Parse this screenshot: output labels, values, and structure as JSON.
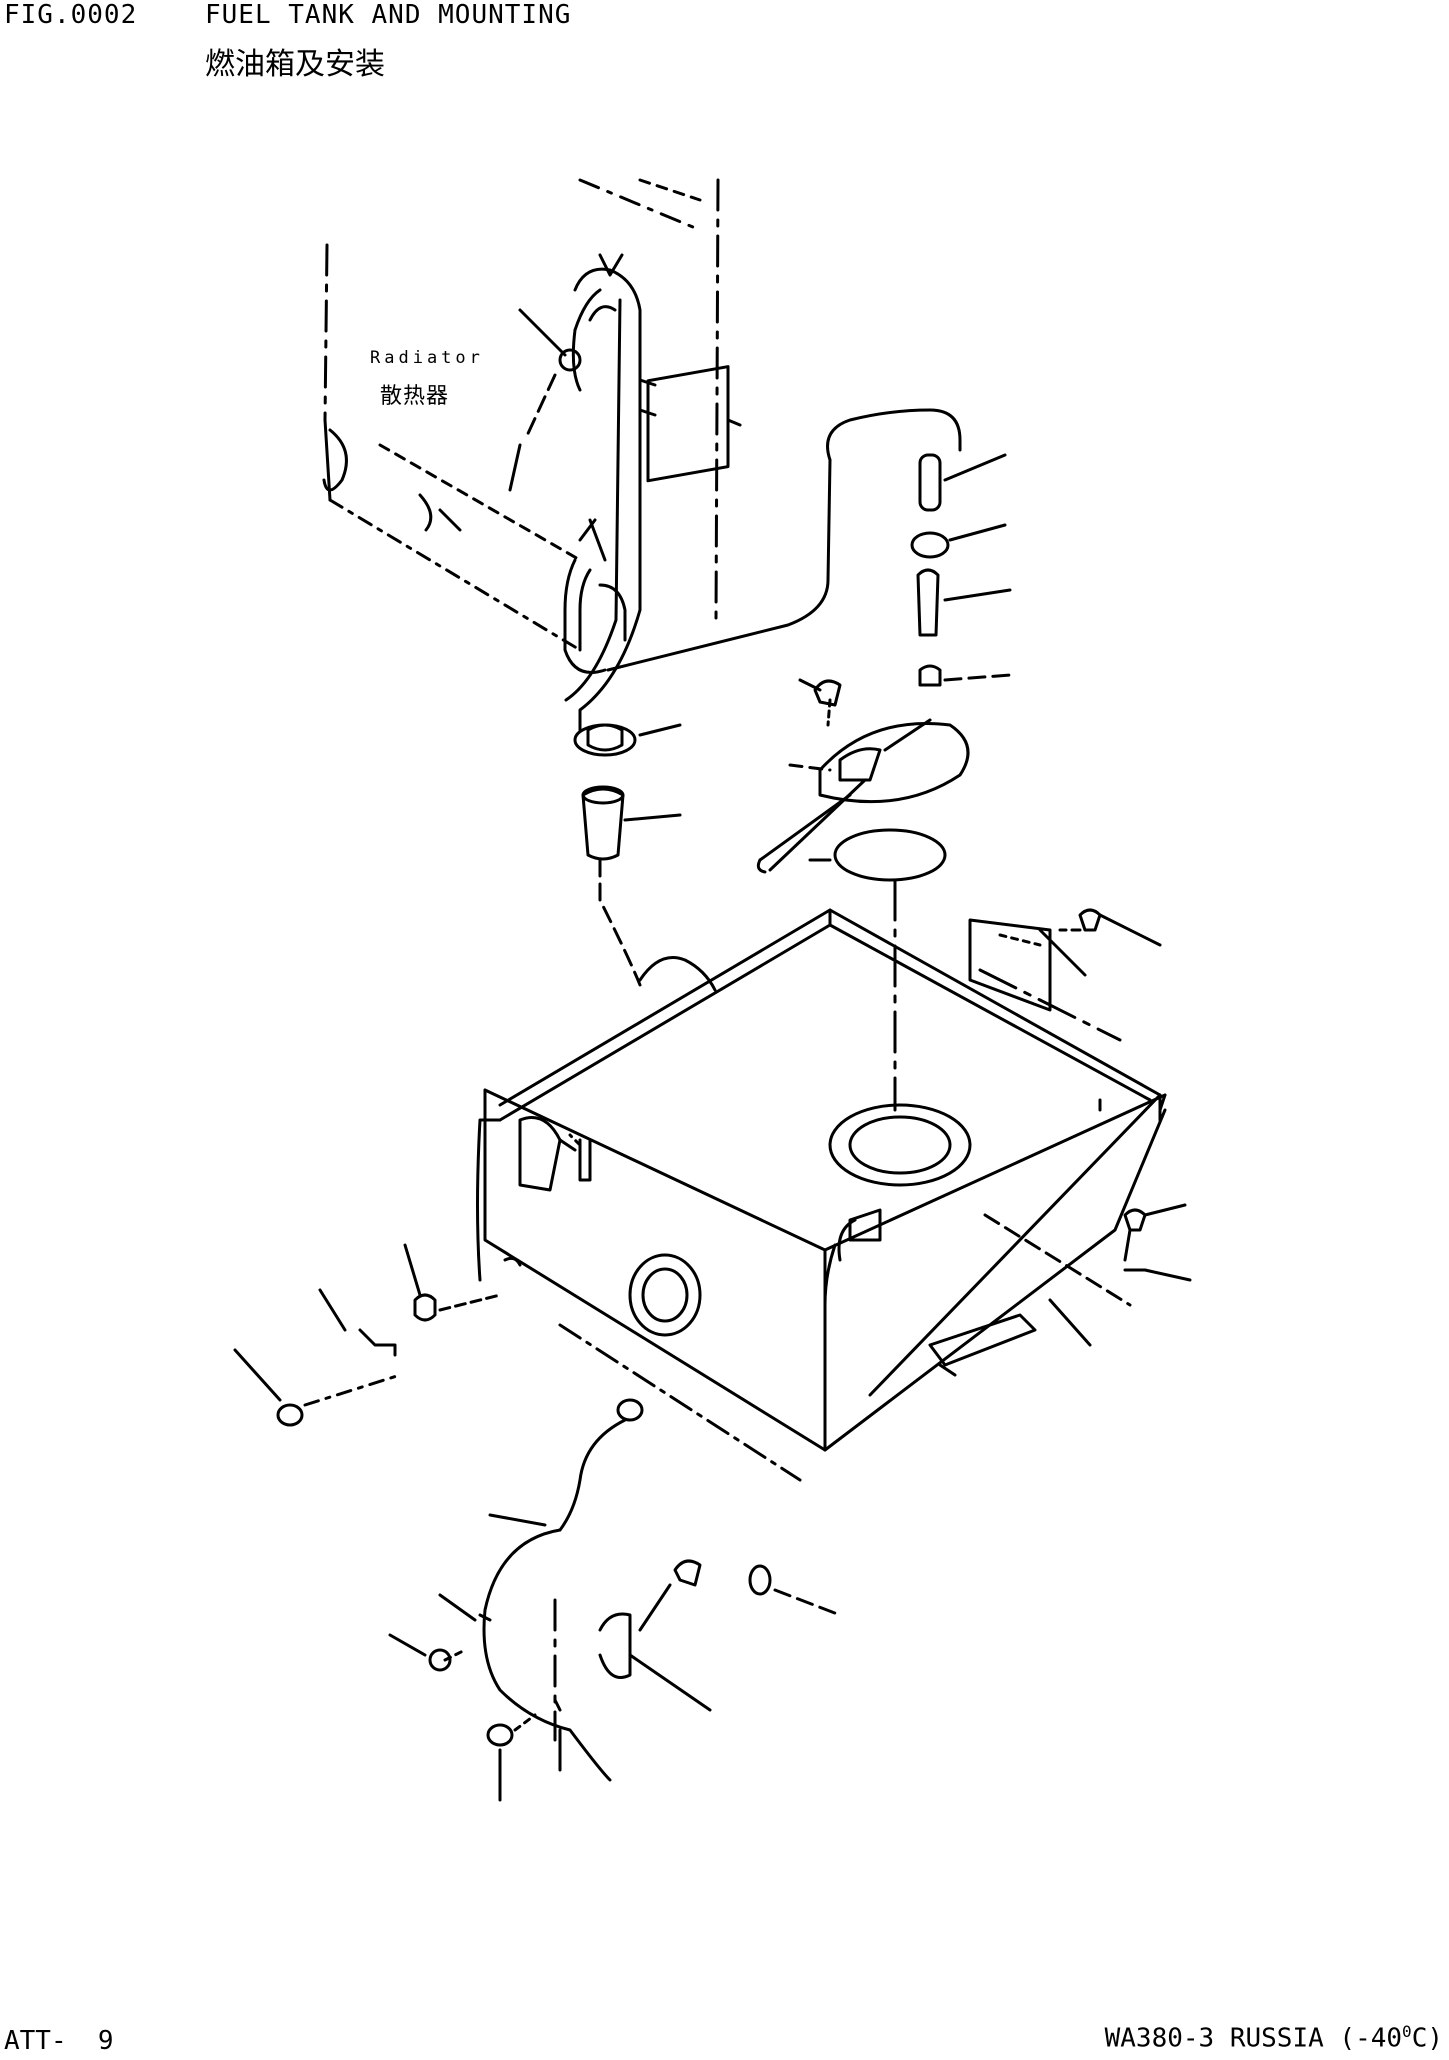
{
  "header": {
    "fig_number": "FIG.0002",
    "title_en": "FUEL TANK AND MOUNTING",
    "title_zh": "燃油箱及安装"
  },
  "labels": {
    "radiator_en": "Radiator",
    "radiator_zh": "散热器"
  },
  "footer": {
    "page_ref": "ATT-  9",
    "model_text": "WA380-3 RUSSIA (-40",
    "model_degree": "0",
    "model_unit": "C)"
  }
}
